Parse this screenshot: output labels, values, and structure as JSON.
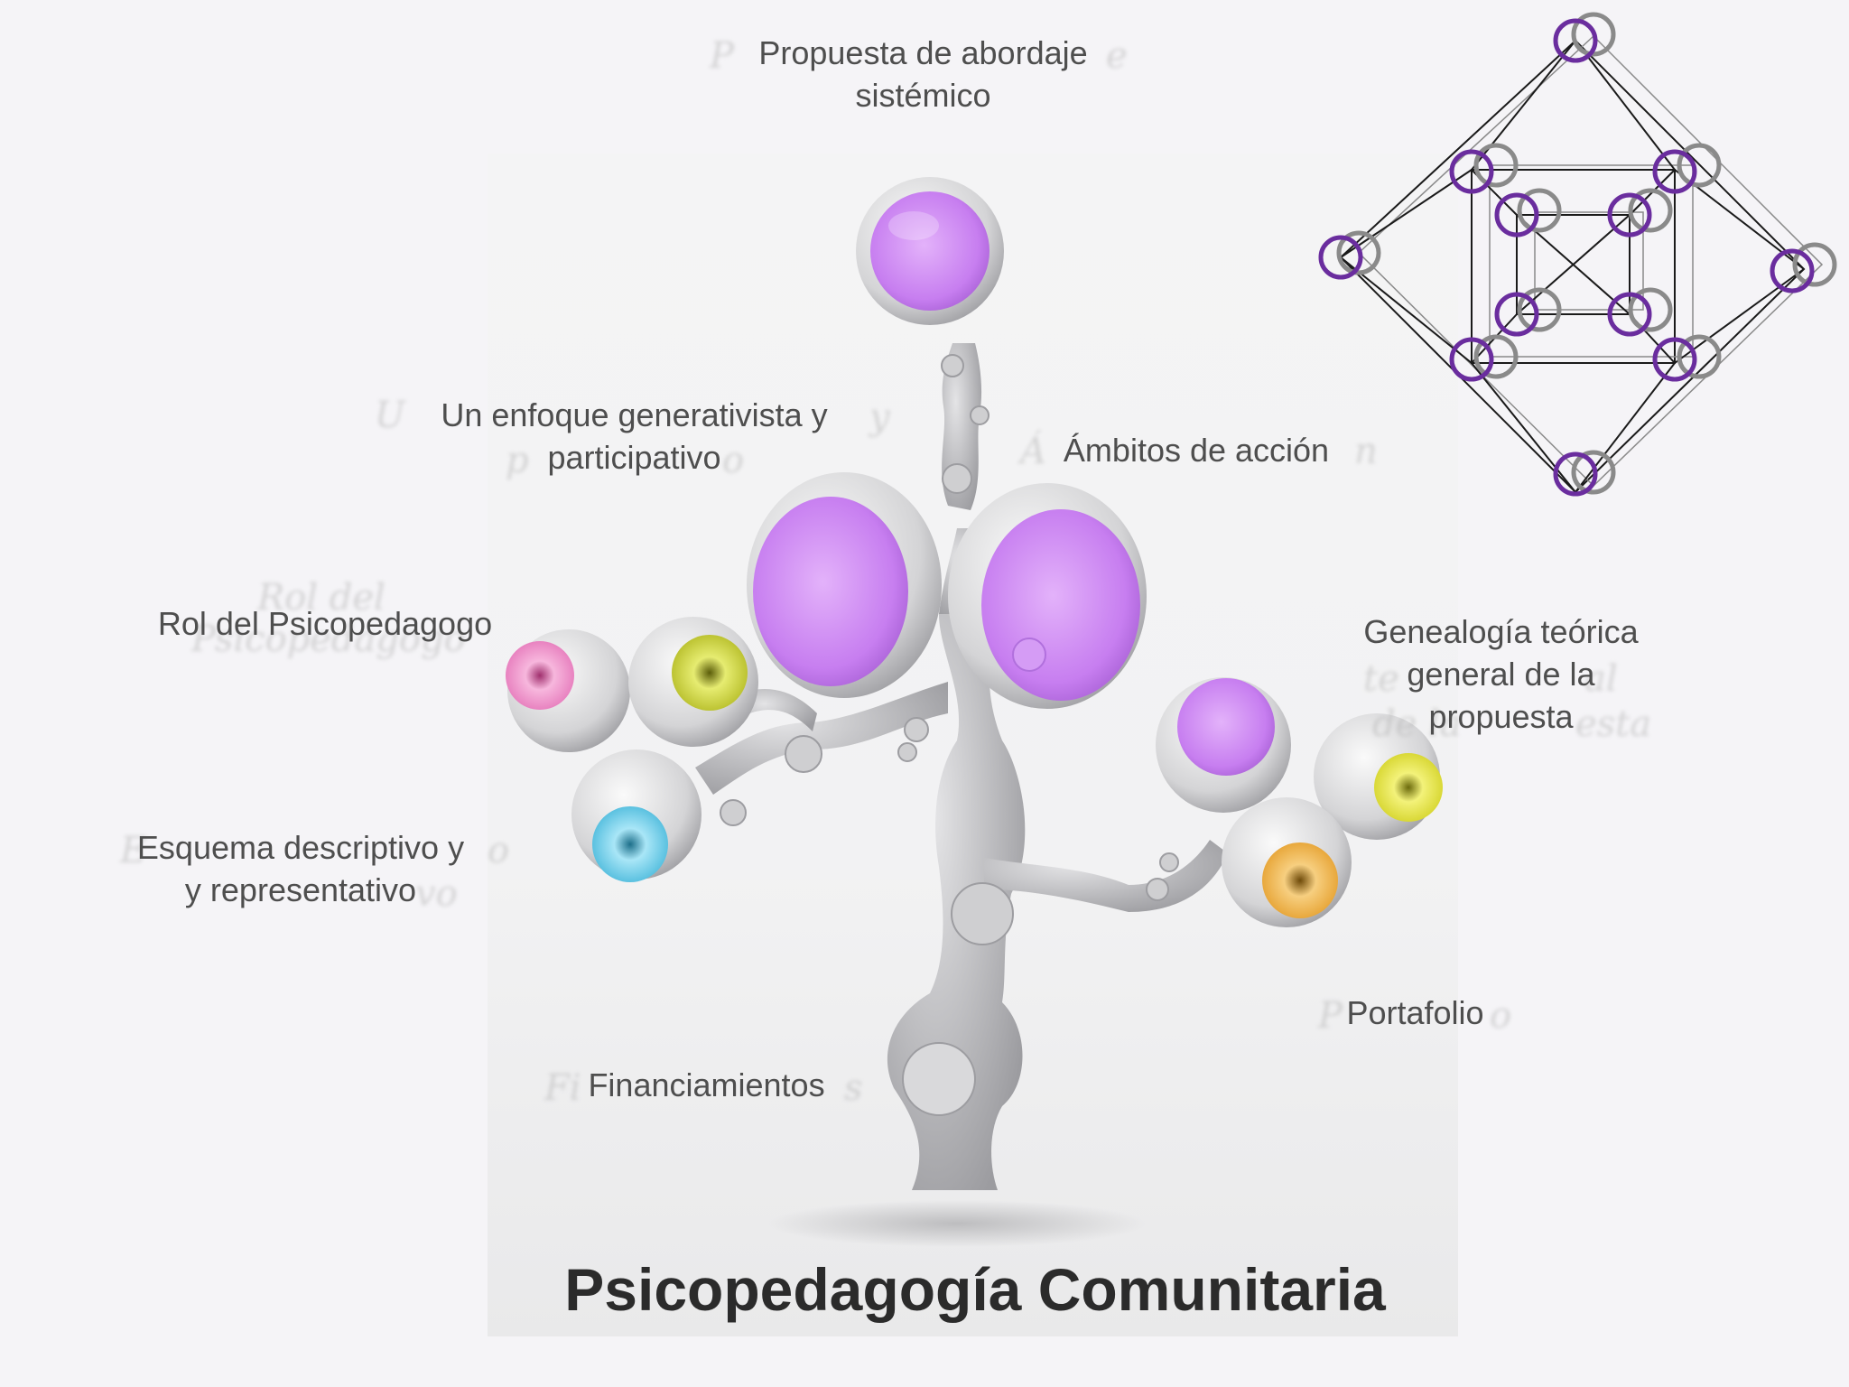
{
  "diagram": {
    "title": "Psicopedagogía Comunitaria",
    "labels": {
      "propuesta": [
        "Propuesta de abordaje",
        "sistémico"
      ],
      "enfoque": [
        "Un enfoque generativista y",
        "participativo"
      ],
      "ambitos": "Ámbitos de acción",
      "rol": "Rol del Psicopedagogo",
      "genealogia": [
        "Genealogía teórica",
        "general de la",
        "propuesta"
      ],
      "esquema": [
        "Esquema descriptivo y",
        "y representativo"
      ],
      "portafolio": "Portafolio",
      "financiamientos": "Financiamientos"
    },
    "ghost_labels": {
      "propuesta": [
        "P",
        "e"
      ],
      "enfoque": [
        "U",
        "y",
        "p",
        "o"
      ],
      "ambitos": [
        "Á",
        "n"
      ],
      "rol": [
        "Rol del",
        "Psicopedagogo"
      ],
      "genealogia": [
        "te",
        "al",
        "de la",
        "esta"
      ],
      "esquema": [
        "E",
        "o",
        "vo"
      ],
      "portafolio": [
        "P",
        "o"
      ],
      "financiamientos": [
        "Fi",
        "s"
      ]
    },
    "bubble_colors": {
      "violet": "#c77ef0",
      "pink": "#f08ccb",
      "lime": "#c9d22c",
      "cyan": "#54c8e8",
      "yellow": "#e3e22f",
      "orange": "#f1ad39",
      "stem": "#b3b3b6"
    },
    "logo": {
      "icon": "rhombic-graph-logo",
      "stroke_color": "#1a1a1a",
      "node_color": "#6a2d9e",
      "shadow_node_color": "#8a8a8a"
    }
  }
}
